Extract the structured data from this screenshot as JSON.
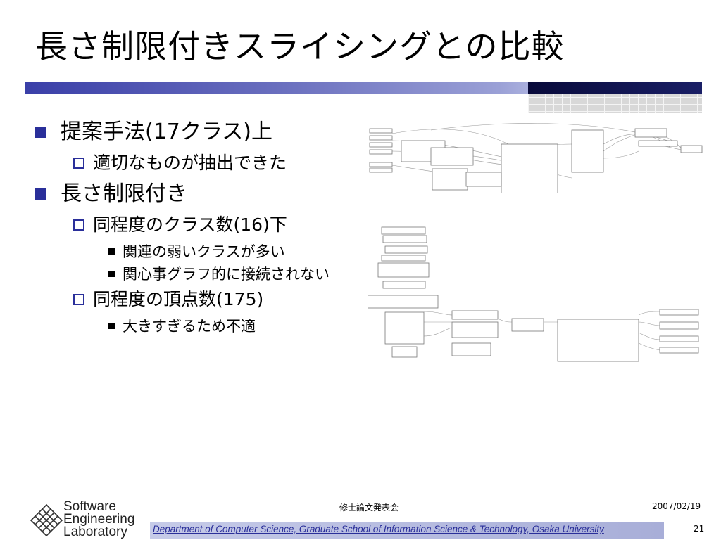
{
  "slide": {
    "title": "長さ制限付きスライシングとの比較",
    "bullets": [
      {
        "text": "提案手法(17クラス)上",
        "children": [
          {
            "text": "適切なものが抽出できた"
          }
        ]
      },
      {
        "text": "長さ制限付き",
        "children": [
          {
            "text": "同程度のクラス数(16)下",
            "children": [
              "関連の弱いクラスが多い",
              "関心事グラフ的に接続されない"
            ]
          },
          {
            "text": "同程度の頂点数(175)",
            "children": [
              "大きすぎるため不適"
            ]
          }
        ]
      }
    ]
  },
  "footer": {
    "event": "修士論文発表会",
    "date": "2007/02/19",
    "department": "Department of Computer Science, Graduate School of Information Science & Technology, Osaka University",
    "page": "21"
  },
  "logo": {
    "line1": "Software",
    "line2": "Engineering",
    "line3": "Laboratory",
    "icon": "lattice-logo-icon"
  },
  "colors": {
    "accent": "#2a2f9a",
    "footer_text": "#2a2f9a"
  }
}
